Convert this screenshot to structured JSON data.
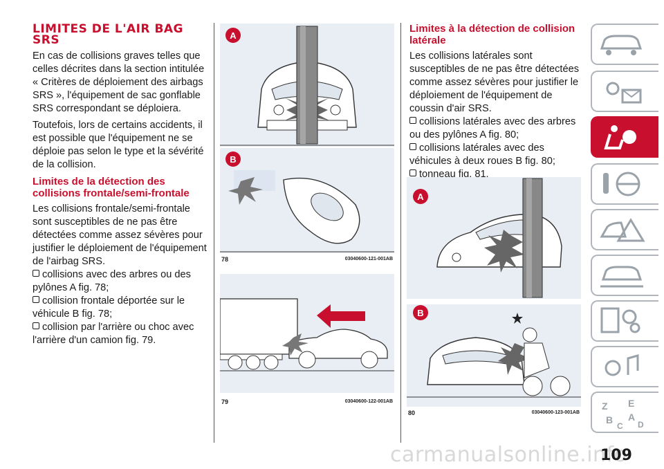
{
  "left_column": {
    "title": "LIMITES DE L'AIR BAG SRS",
    "intro": "En cas de collisions graves telles que celles décrites dans la section intitulée « Critères de déploiement des airbags SRS », l'équipement de sac gonflable SRS correspondant se déploiera.",
    "intro2": "Toutefois, lors de certains accidents, il est possible que l'équipement ne se déploie pas selon le type et la sévérité de la collision.",
    "subtitle": "Limites de la détection des collisions frontale/semi-frontale",
    "body": "Les collisions frontale/semi-frontale sont susceptibles de ne pas être détectées comme assez sévères pour justifier le déploiement de l'équipement de l'airbag SRS.",
    "bullets": [
      "collisions avec des arbres ou des pylônes A  fig. 78;",
      "collision frontale déportée sur le véhicule B  fig. 78;",
      "collision par l'arrière ou choc avec l'arrière d'un camion  fig. 79."
    ]
  },
  "right_column": {
    "subtitle": "Limites à la détection de collision latérale",
    "body": "Les collisions latérales sont susceptibles de ne pas être détectées comme assez sévères pour justifier le déploiement de l'équipement de coussin d'air SRS.",
    "bullets": [
      "collisions latérales avec des arbres ou des pylônes A  fig. 80;",
      "collisions latérales avec des véhicules à deux roues B  fig. 80;",
      "tonneau fig. 81."
    ]
  },
  "figures": {
    "fig78": {
      "number": "78",
      "code": "03040600-121-001AB",
      "label_a": "A",
      "label_b": "B"
    },
    "fig79": {
      "number": "79",
      "code": "03040600-122-001AB"
    },
    "fig80": {
      "number": "80",
      "code": "03040600-123-001AB",
      "label_a": "A",
      "label_b": "B"
    }
  },
  "sidebar": {
    "items": [
      "vehicle-overview",
      "dashboard-warning-lights",
      "safety-airbag",
      "starting-driving",
      "emergency",
      "maintenance",
      "technical-data",
      "multimedia",
      "index"
    ],
    "active_index": 2
  },
  "page_number": "109",
  "watermark": "carmanualsonline.info",
  "colors": {
    "accent": "#c8102e",
    "panel": "#e9eef4"
  }
}
